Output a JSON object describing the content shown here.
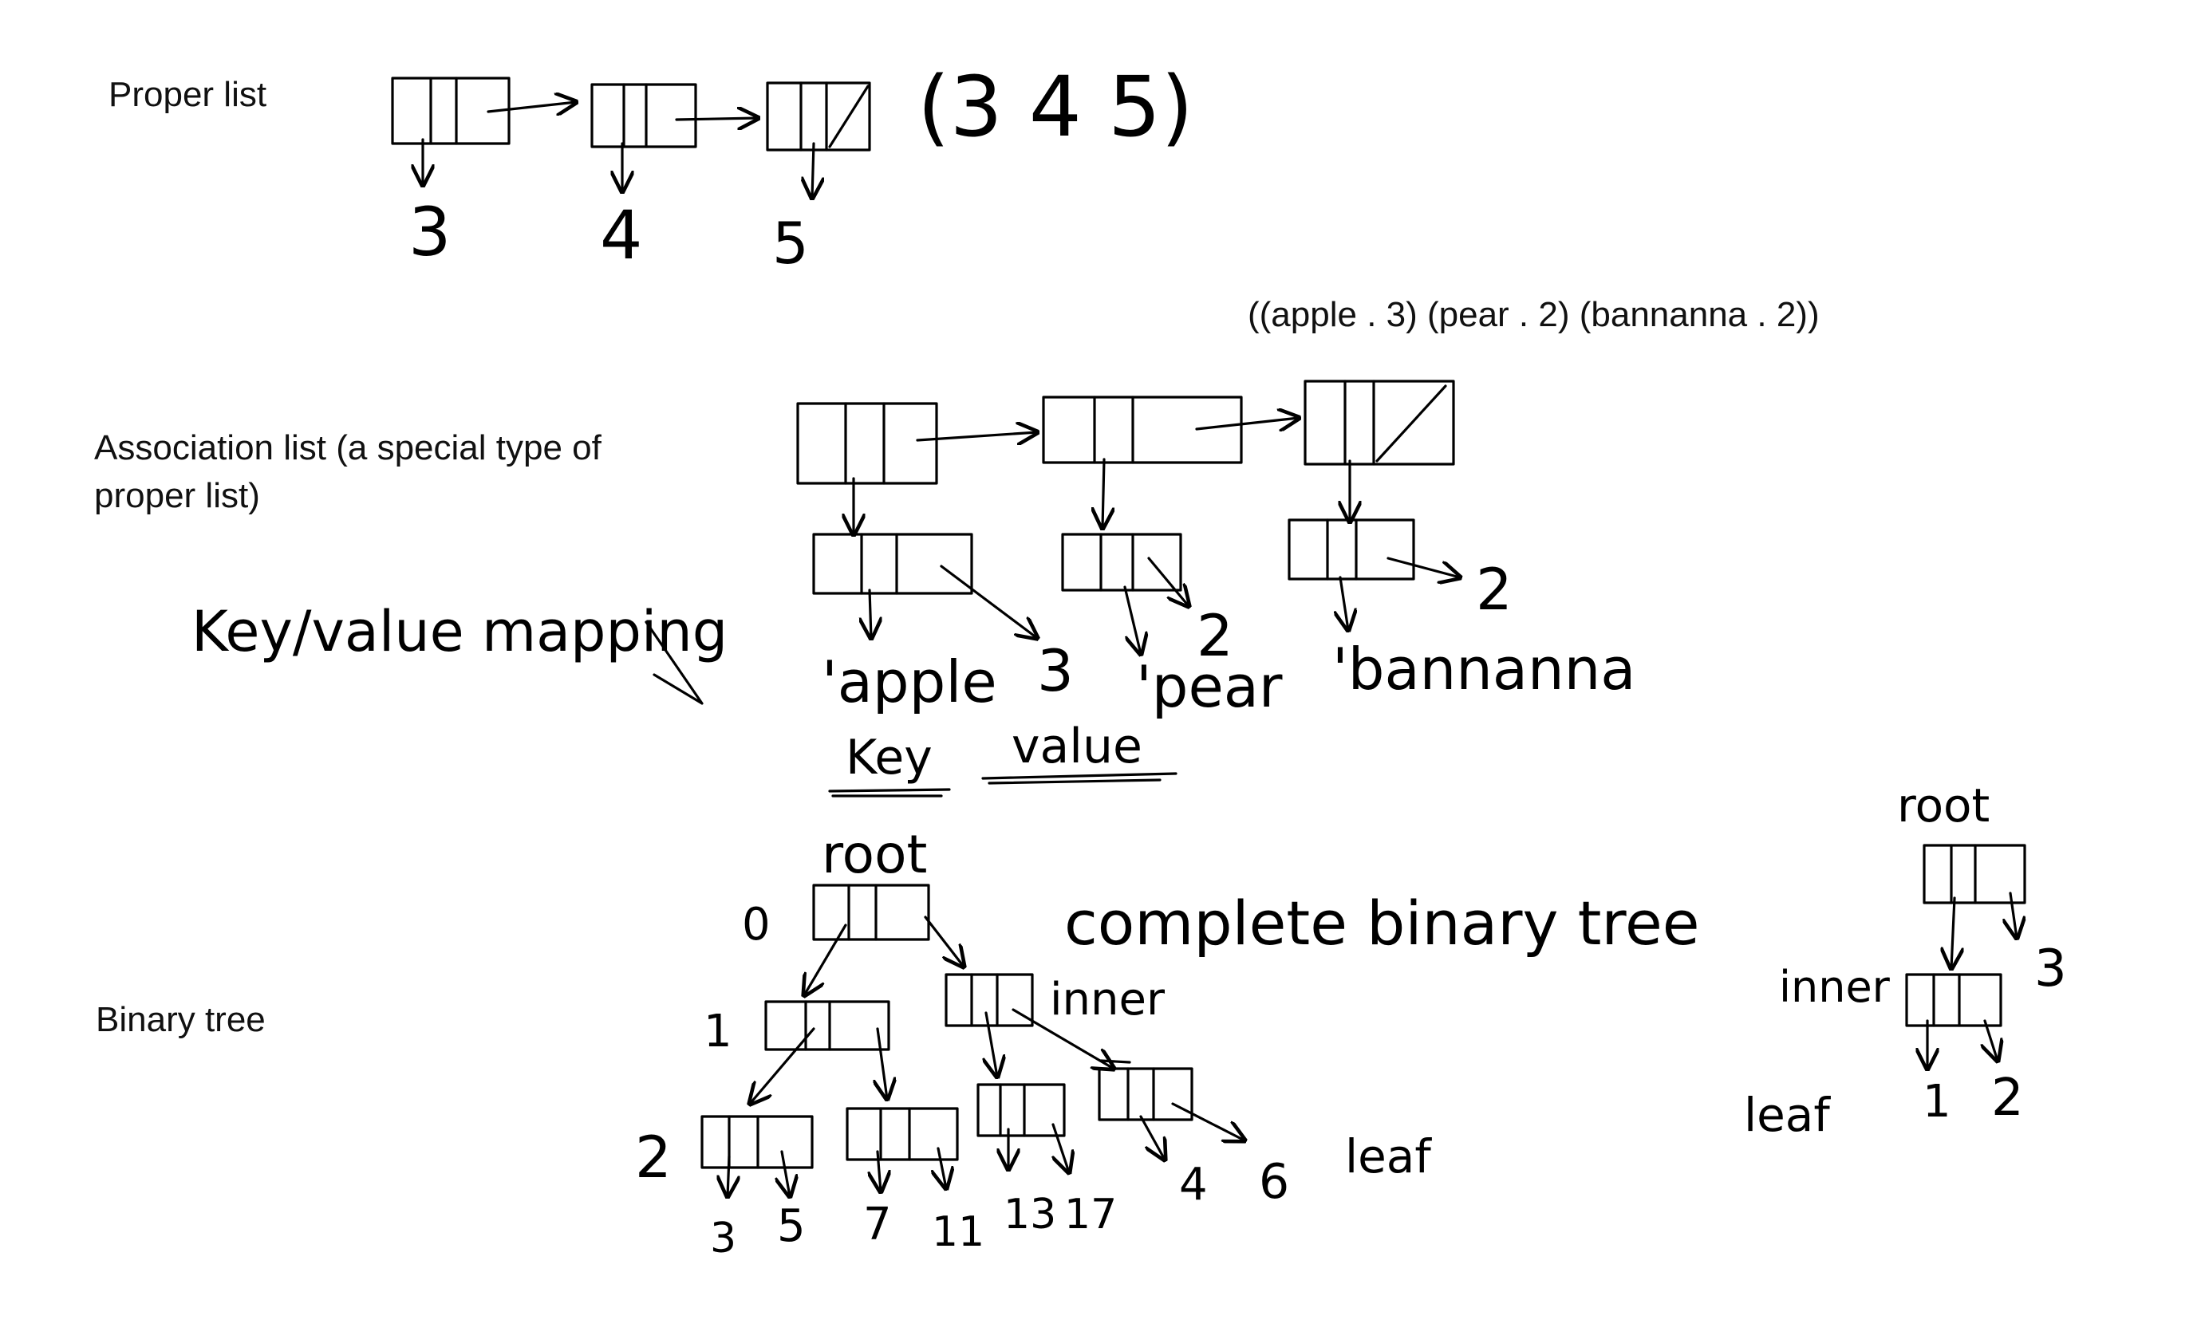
{
  "labels": {
    "proper_list": "Proper list",
    "association_list": "Association list (a special type of proper list)",
    "binary_tree": "Binary tree"
  },
  "association_list_expression": "((apple . 3) (pear . 2) (bannanna . 2))",
  "handwriting": {
    "proper_list_expr": "(3 4 5)",
    "proper_values": [
      "3",
      "4",
      "5"
    ],
    "key_value_mapping": "Key/value mapping",
    "alist_keys": [
      "'apple",
      "'pear",
      "'bannanna"
    ],
    "alist_values": [
      "3",
      "2",
      "2"
    ],
    "key": "Key",
    "value": "value",
    "root": "root",
    "complete_binary_tree": "complete binary tree",
    "inner": "inner",
    "leaf": "leaf",
    "level_0": "0",
    "level_1": "1",
    "level_2": "2",
    "leaf_values": [
      "3",
      "5",
      "7",
      "11",
      "13",
      "17",
      "4",
      "6"
    ],
    "small_tree_values": [
      "3",
      "1",
      "2"
    ]
  },
  "colors": {
    "ink": "#000000",
    "background": "#ffffff"
  }
}
